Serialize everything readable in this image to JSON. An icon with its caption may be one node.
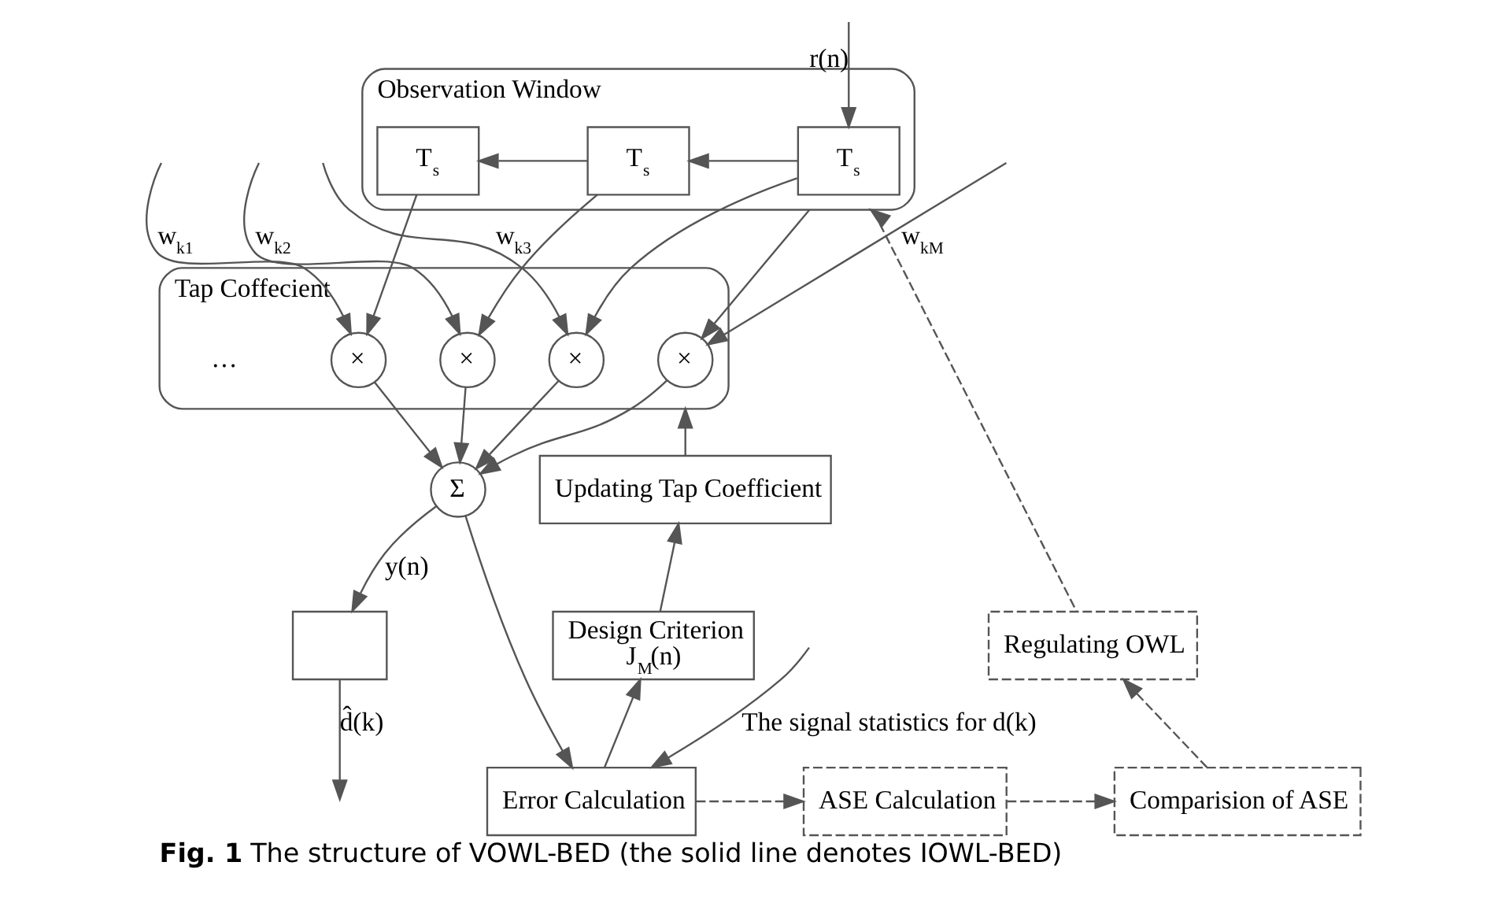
{
  "diagram": {
    "caption": "**Fig. 1** The structure of VOWL-BED (the solid line denotes IOWL-BED)",
    "nodes": [
      {
        "text": [
          "Observation Window"
        ]
      },
      {
        "text": [
          "T$_{s}$"
        ],
        "in": 0
      },
      {
        "text": [
          "T$_{s}$"
        ],
        "in": 0
      },
      {
        "text": [
          "T$_{s}$"
        ],
        "in": 0
      },
      {
        "text": [
          "Tap Coffecient"
        ]
      },
      {
        "text": [
          "×"
        ],
        "in": 4
      },
      {
        "text": [
          "×"
        ],
        "in": 4
      },
      {
        "text": [
          "×"
        ],
        "in": 4
      },
      {
        "text": [
          "×"
        ],
        "in": 4
      },
      {
        "text": [
          "Σ"
        ]
      },
      {
        "text": [
          "Updating Tap Coefficient"
        ]
      },
      {
        "text": [
          "Design Criterion",
          "J$_{M}$(n)"
        ]
      },
      {
        "text": [
          "Regulating OWL"
        ]
      },
      {
        "text": [
          "Comparision of ASE"
        ]
      },
      {
        "text": [
          "ASE Calculation"
        ]
      },
      {
        "text": [
          "Error Calculation"
        ]
      },
      {
        "text": [],
        "shape": "box"
      }
    ],
    "edges": [
      {
        "from": null,
        "to": 1,
        "arrow": "to",
        "label": "r(n)"
      },
      {
        "from": 1,
        "to": 2,
        "arrow": "to"
      },
      {
        "from": 2,
        "to": 3,
        "arrow": "to"
      },
      {
        "from": 0,
        "to": 5,
        "arrow": "to"
      },
      {
        "from": 1,
        "to": 6,
        "arrow": "to"
      },
      {
        "from": 2,
        "to": 7,
        "arrow": "to"
      },
      {
        "from": 3,
        "to": 8,
        "arrow": "to"
      },
      {
        "from": null,
        "to": 5,
        "arrow": "to",
        "label": "w$_{kM}$"
      },
      {
        "from": null,
        "to": 6,
        "arrow": "to",
        "label": "w$_{k3}$"
      },
      {
        "from": null,
        "to": 7,
        "arrow": "to",
        "label": "w$_{k2}$"
      },
      {
        "from": null,
        "to": 8,
        "arrow": "to",
        "label": "w$_{k1}$"
      },
      {
        "from": 5,
        "to": 9,
        "arrow": "to"
      },
      {
        "from": 6,
        "to": 9,
        "arrow": "to"
      },
      {
        "from": 7,
        "to": 9,
        "arrow": "to"
      },
      {
        "from": 8,
        "to": 9,
        "arrow": "to"
      },
      {
        "from": 9,
        "to": 15,
        "arrow": "to"
      },
      {
        "from": 9,
        "to": 16,
        "arrow": "to",
        "label": "y(n)"
      },
      {
        "from": 16,
        "to": null,
        "arrow": "to",
        "label": "d̂(k)"
      },
      {
        "from": null,
        "to": 15,
        "arrow": "to",
        "label": "The signal statistics for d(k)"
      },
      {
        "from": 15,
        "to": 11,
        "arrow": "to"
      },
      {
        "from": 11,
        "to": 10,
        "arrow": "to"
      },
      {
        "from": 10,
        "to": 4,
        "arrow": "to"
      },
      {
        "from": 15,
        "to": 14,
        "arrow": "to",
        "style": "dashed"
      },
      {
        "from": 14,
        "to": 13,
        "arrow": "to",
        "style": "dashed"
      },
      {
        "from": 13,
        "to": 12,
        "arrow": "to",
        "style": "dashed"
      },
      {
        "from": 12,
        "to": 0,
        "arrow": "to",
        "style": "dashed"
      }
    ],
    "labels": [
      "…"
    ]
  }
}
